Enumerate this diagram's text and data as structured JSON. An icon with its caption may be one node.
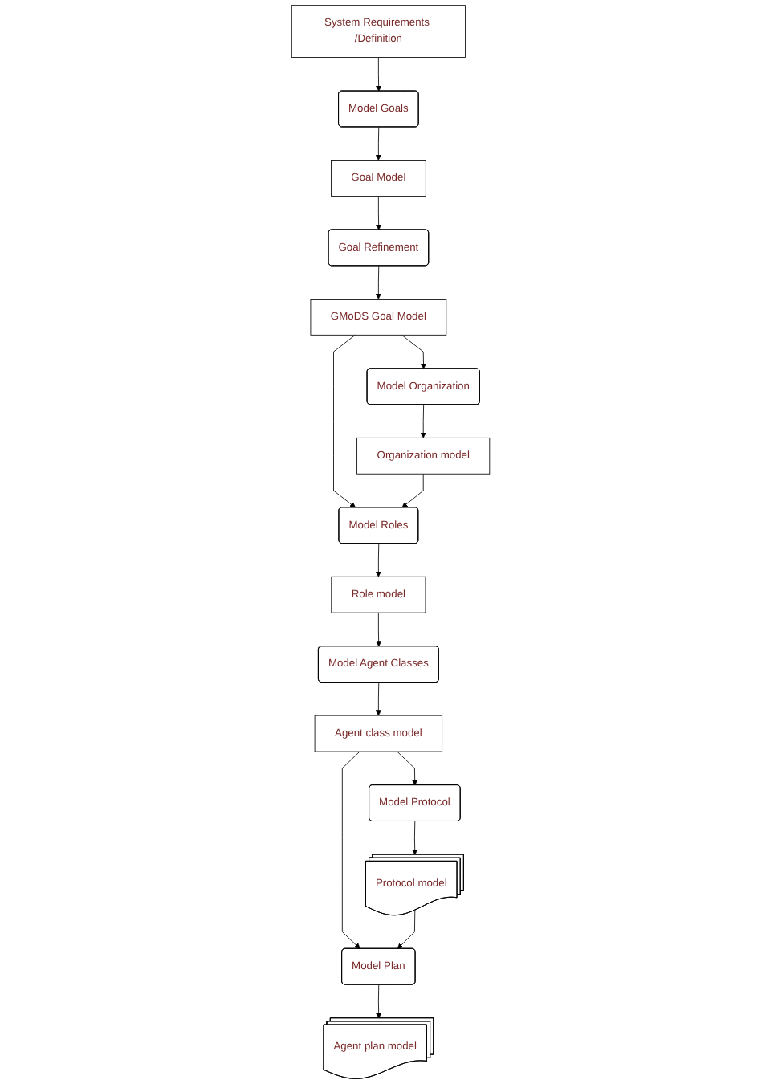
{
  "diagram": {
    "nodes": [
      {
        "text": [
          "System Requirements /Definition"
        ]
      },
      {
        "text": [
          "Model Goals"
        ]
      },
      {
        "text": [
          "Goal Model"
        ]
      },
      {
        "text": [
          "Goal Refinement"
        ]
      },
      {
        "text": [
          "GMoDS Goal Model"
        ]
      },
      {
        "text": [
          "Model Organization"
        ]
      },
      {
        "text": [
          "Organization model"
        ]
      },
      {
        "text": [
          "Model Roles"
        ]
      },
      {
        "text": [
          "Role model"
        ]
      },
      {
        "text": [
          "Model Agent Classes"
        ]
      },
      {
        "text": [
          "Agent class model"
        ]
      },
      {
        "text": [
          "Model Protocol"
        ]
      },
      {
        "text": [
          "Protocol model"
        ]
      },
      {
        "text": [
          "Model Plan"
        ]
      },
      {
        "text": [
          "Agent plan model"
        ]
      }
    ],
    "edges": [
      {
        "from": 0,
        "to": 1,
        "arrow": "to"
      },
      {
        "from": 1,
        "to": 2,
        "arrow": "to"
      },
      {
        "from": 2,
        "to": 3,
        "arrow": "to"
      },
      {
        "from": 3,
        "to": 4,
        "arrow": "to"
      },
      {
        "from": 4,
        "to": 5,
        "arrow": "to"
      },
      {
        "from": 4,
        "to": 7,
        "arrow": "to"
      },
      {
        "from": 5,
        "to": 6,
        "arrow": "to"
      },
      {
        "from": 6,
        "to": 7,
        "arrow": "to"
      },
      {
        "from": 7,
        "to": 8,
        "arrow": "to"
      },
      {
        "from": 8,
        "to": 9,
        "arrow": "to"
      },
      {
        "from": 9,
        "to": 10,
        "arrow": "to"
      },
      {
        "from": 10,
        "to": 11,
        "arrow": "to"
      },
      {
        "from": 10,
        "to": 13,
        "arrow": "to"
      },
      {
        "from": 11,
        "to": 12,
        "arrow": "to"
      },
      {
        "from": 12,
        "to": 13,
        "arrow": "to"
      },
      {
        "from": 13,
        "to": 14,
        "arrow": "to"
      }
    ]
  }
}
